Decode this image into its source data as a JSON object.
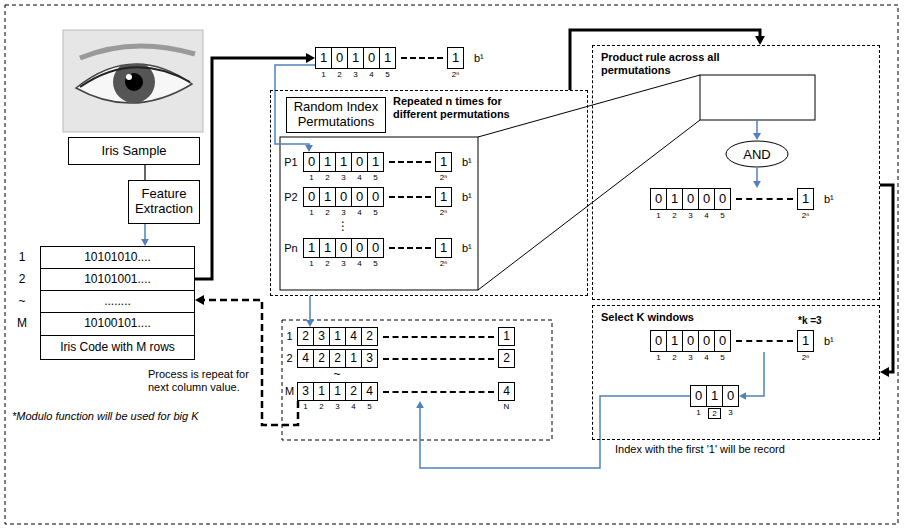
{
  "diagram": {
    "nodes": [
      {
        "text": [
          "Iris Sample"
        ]
      },
      {
        "text": [
          "Feature Extraction"
        ]
      },
      {
        "text": [
          "10101010....",
          "10101001....",
          "........",
          "10100101...."
        ]
      },
      {
        "text": [
          "Iris Code with M rows"
        ]
      },
      {
        "text": [
          "1",
          "0",
          "1",
          "0",
          "1",
          "1"
        ]
      },
      {
        "text": [
          "Repeated n times for different permutations"
        ]
      },
      {
        "text": [
          "Random Index Permutations"
        ],
        "in": 5
      },
      {
        "text": [
          "0",
          "1",
          "1",
          "0",
          "1",
          "1"
        ],
        "in": 5
      },
      {
        "text": [
          "0",
          "1",
          "0",
          "0",
          "0",
          "1"
        ],
        "in": 5
      },
      {
        "text": [
          "1",
          "1",
          "0",
          "0",
          "0",
          "1"
        ],
        "in": 5
      },
      {
        "text": [
          "Product rule across all permutations"
        ]
      },
      {
        "text": [
          "AND"
        ],
        "in": 10
      },
      {
        "text": [
          "0",
          "1",
          "0",
          "0",
          "0",
          "1"
        ],
        "in": 10
      },
      {
        "text": [
          "Select K windows",
          "*k =3"
        ]
      },
      {
        "text": [
          "0",
          "1",
          "0",
          "0",
          "0",
          "1"
        ],
        "in": 13
      },
      {
        "text": [
          "0",
          "1",
          "0"
        ],
        "in": 13
      },
      {
        "text": [
          "2",
          "3",
          "1",
          "4",
          "2",
          "1"
        ]
      },
      {
        "text": [
          "4",
          "2",
          "2",
          "1",
          "3",
          "2"
        ]
      },
      {
        "text": [
          "3",
          "1",
          "1",
          "2",
          "4",
          "4"
        ]
      }
    ],
    "edges": [
      {
        "from": 0,
        "to": 1,
        "arrow": "none"
      },
      {
        "from": 1,
        "to": 2,
        "arrow": "to"
      },
      {
        "from": 2,
        "to": 4,
        "arrow": "to"
      },
      {
        "from": 4,
        "to": 7,
        "arrow": "to"
      },
      {
        "from": 5,
        "to": 10,
        "arrow": "to"
      },
      {
        "from": 5,
        "to": 16,
        "arrow": "to"
      },
      {
        "from": 11,
        "to": 12,
        "arrow": "to"
      },
      {
        "from": 10,
        "to": 13,
        "arrow": "to"
      },
      {
        "from": 14,
        "to": 15,
        "arrow": "to"
      },
      {
        "from": 15,
        "to": 18,
        "arrow": "to"
      },
      {
        "from": 18,
        "to": 2,
        "arrow": "to"
      }
    ],
    "labels": [
      "1",
      "2",
      "~",
      "M",
      "1",
      "2",
      "3",
      "4",
      "5",
      "2ⁿ",
      "b¹",
      "P1",
      "1",
      "2",
      "3",
      "4",
      "5",
      "2ⁿ",
      "b¹",
      "P2",
      "1",
      "2",
      "3",
      "4",
      "5",
      "2ⁿ",
      "b¹",
      "⋮",
      "Pn",
      "1",
      "2",
      "3",
      "4",
      "5",
      "2ⁿ",
      "b¹",
      "1",
      "2",
      "3",
      "4",
      "5",
      "2ⁿ",
      "b¹",
      "1",
      "2",
      "3",
      "4",
      "5",
      "2ⁿ",
      "b¹",
      "1",
      "2",
      "3",
      "1",
      "2",
      "~",
      "M",
      "1",
      "2",
      "3",
      "4",
      "5",
      "N",
      "Process is repeat for next column value.",
      "*Modulo function will be used for big K",
      "Index with the first '1' will be record"
    ]
  }
}
